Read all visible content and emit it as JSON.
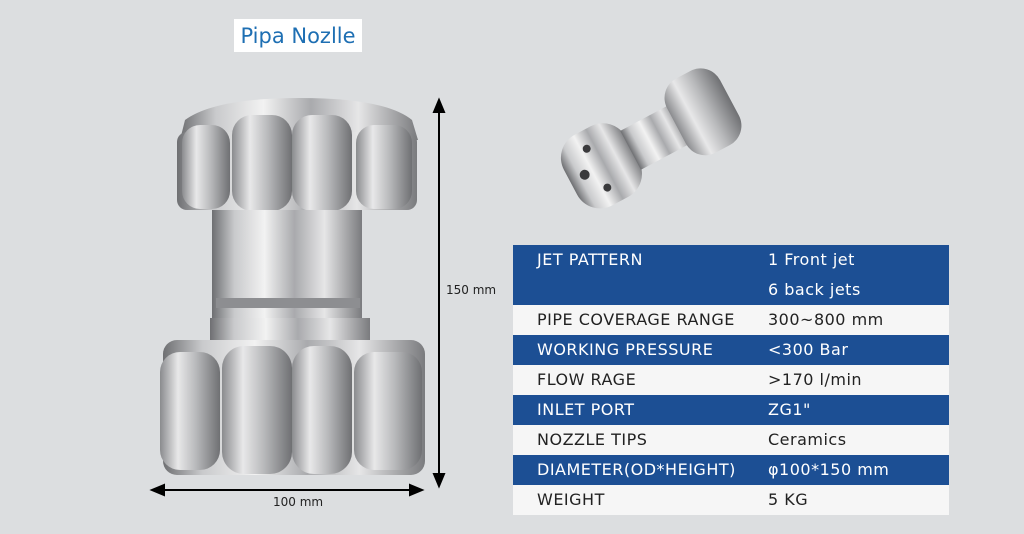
{
  "title": "Pipa Nozlle",
  "dimensions": {
    "height_label": "150 mm",
    "width_label": "100 mm"
  },
  "specs": [
    {
      "label": "JET PATTERN",
      "value": [
        "1 Front jet",
        "6 back jets"
      ],
      "style": "blue"
    },
    {
      "label": "PIPE COVERAGE RANGE",
      "value": [
        "300~800 mm"
      ],
      "style": "white"
    },
    {
      "label": "WORKING PRESSURE",
      "value": [
        "<300 Bar"
      ],
      "style": "blue"
    },
    {
      "label": "FLOW RAGE",
      "value": [
        ">170 l/min"
      ],
      "style": "white"
    },
    {
      "label": "INLET PORT",
      "value": [
        "ZG1\""
      ],
      "style": "blue"
    },
    {
      "label": "NOZZLE TIPS",
      "value": [
        "Ceramics"
      ],
      "style": "white"
    },
    {
      "label": "DIAMETER(OD*HEIGHT)",
      "value": [
        "φ100*150 mm"
      ],
      "style": "blue"
    },
    {
      "label": "WEIGHT",
      "value": [
        "5 KG"
      ],
      "style": "white"
    }
  ],
  "colors": {
    "background": "#dcdee0",
    "header_blue": "#1c4f94",
    "title_blue": "#1e6fb3"
  }
}
